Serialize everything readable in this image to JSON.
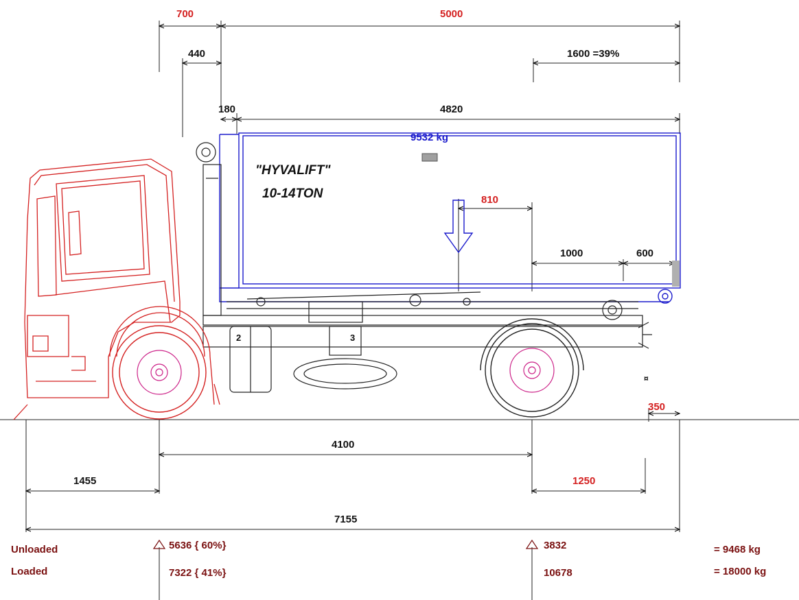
{
  "dimensions": {
    "top_700": "700",
    "top_5000": "5000",
    "top_440": "440",
    "top_1600": "1600 =39%",
    "top_180": "180",
    "top_4820": "4820",
    "load_kg": "9532 kg",
    "mid_810": "810",
    "mid_1000": "1000",
    "mid_600": "600",
    "rear_350": "350",
    "wheelbase_4100": "4100",
    "front_1455": "1455",
    "rear_1250": "1250",
    "overall_7155": "7155"
  },
  "body_label": {
    "line1": "\"HYVALIFT\"",
    "line2": "10-14TON"
  },
  "axle_labels": {
    "jack_symbol": "¤",
    "axle2_marker": "2",
    "axle3_marker": "3"
  },
  "loads": {
    "unloaded_label": "Unloaded",
    "loaded_label": "Loaded",
    "front_unloaded": "5636 { 60%}",
    "front_loaded": "7322 { 41%}",
    "rear_unloaded": "3832",
    "rear_loaded": "10678",
    "total_unloaded": "= 9468 kg",
    "total_loaded": "= 18000 kg"
  },
  "colors": {
    "cab": "#d42020",
    "container": "#1a1acc",
    "dimension_text": "#111111",
    "load_text": "#7a1010"
  }
}
